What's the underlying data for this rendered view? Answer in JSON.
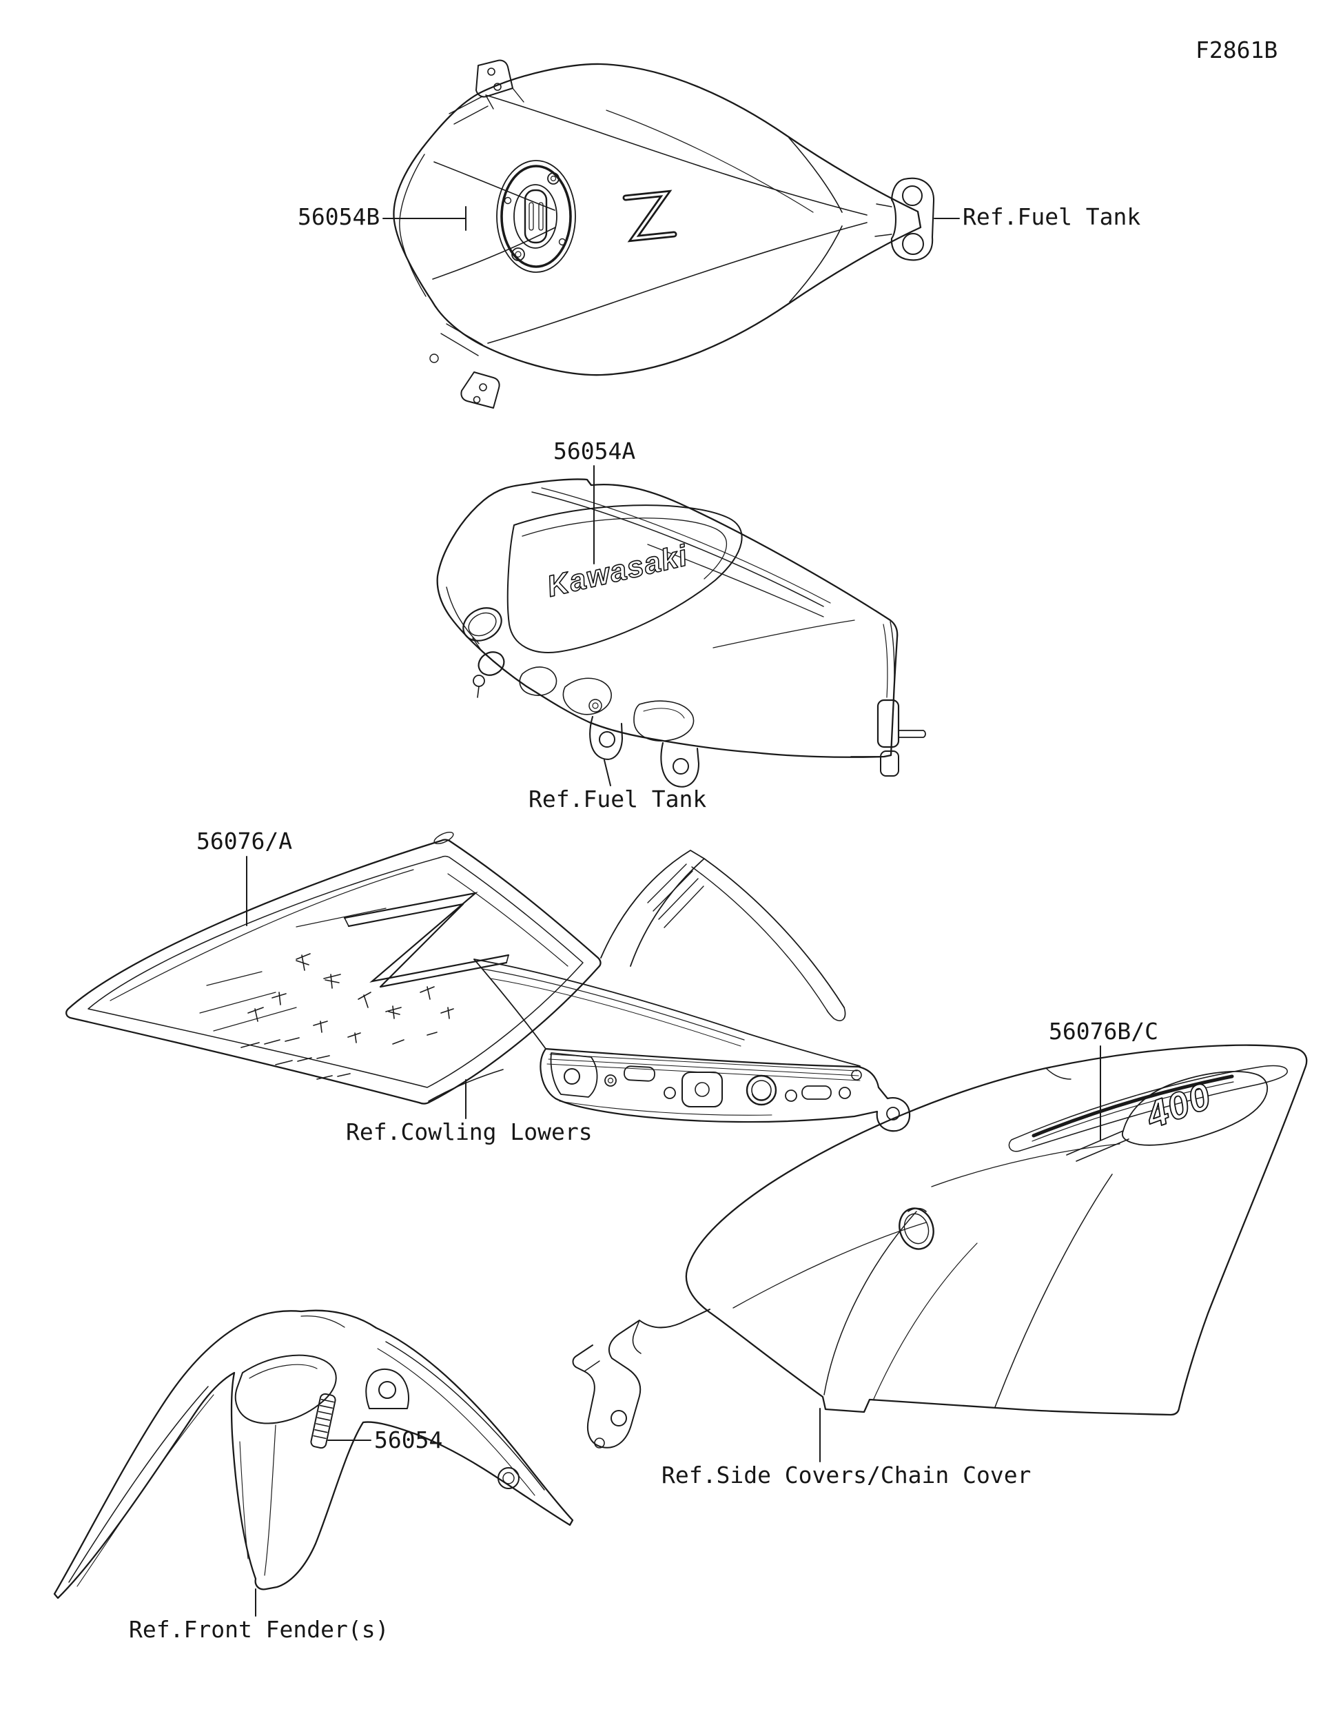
{
  "page": {
    "figure_code": "F2861B",
    "background": "#ffffff",
    "line_color": "#1a1a1a"
  },
  "callouts": {
    "tank_top_part": "56054B",
    "tank_top_ref": "Ref.Fuel Tank",
    "tank_side_part": "56054A",
    "tank_side_ref": "Ref.Fuel Tank",
    "cowling_part": "56076/A",
    "cowling_ref": "Ref.Cowling Lowers",
    "side_cover_part": "56076B/C",
    "side_cover_ref": "Ref.Side Covers/Chain Cover",
    "fender_part": "56054",
    "fender_ref": "Ref.Front Fender(s)"
  },
  "decals": {
    "tank_logo": "Kawasaki",
    "side_cover_badge": "400"
  }
}
